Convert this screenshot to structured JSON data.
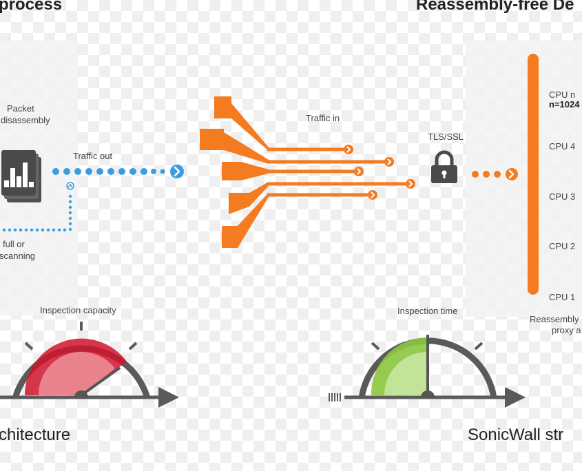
{
  "left": {
    "heading": "process",
    "packet_label_1": "Packet",
    "packet_label_2": "disassembly",
    "traffic_out": "Traffic out",
    "scan_label_1": "full or",
    "scan_label_2": "scanning",
    "gauge_label": "Inspection capacity",
    "bottom_title": "chitecture"
  },
  "center": {
    "traffic_in": "Traffic in",
    "tls": "TLS/SSL"
  },
  "right": {
    "heading": "Reassembly-free De",
    "cpu_labels": [
      "CPU n",
      "n=1024",
      "CPU 4",
      "CPU 3",
      "CPU 2",
      "CPU 1"
    ],
    "reassembly_1": "Reassembly",
    "reassembly_2": "proxy a",
    "gauge_label": "Inspection time",
    "bottom_title": "SonicWall str"
  },
  "colors": {
    "orange": "#f47b20",
    "blue": "#3a9de0",
    "gauge_red": "#d0142a",
    "gauge_green": "#8cc63f",
    "gauge_grey": "#5a5a5a"
  },
  "icons": [
    "stacked-chart-icon",
    "padlock-icon",
    "chevron-right-icon",
    "gauge-icon"
  ]
}
